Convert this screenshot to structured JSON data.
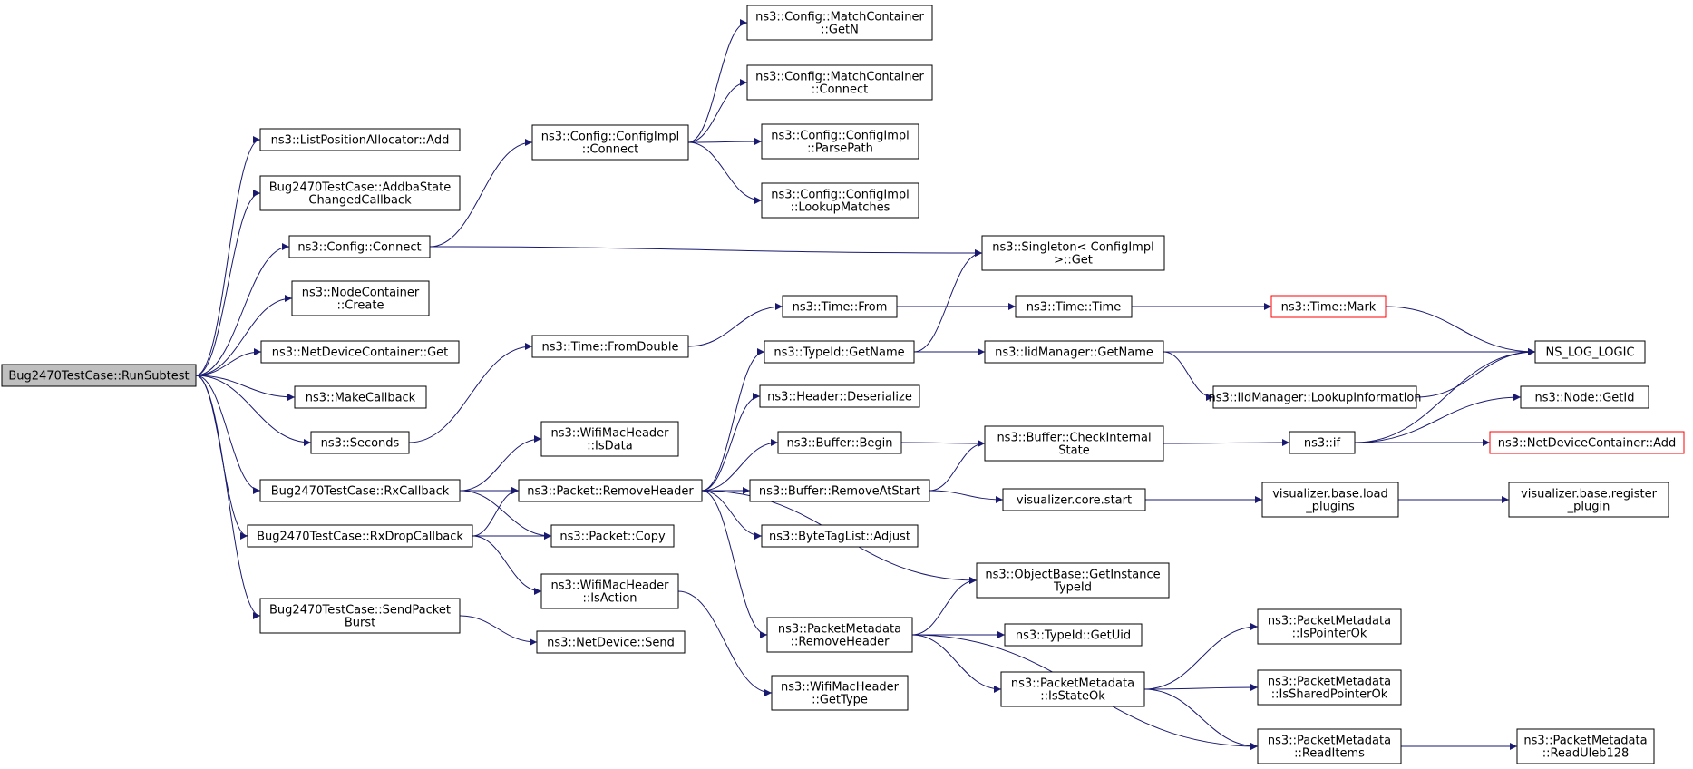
{
  "diagram": {
    "colors": {
      "edge": "#191970",
      "node_border": "#000000",
      "root_fill": "#bfbfbf",
      "truncated_border": "#ff0000",
      "background": "#ffffff"
    },
    "nodes": [
      {
        "id": "root",
        "lines": [
          "Bug2470TestCase::RunSubtest"
        ],
        "root": true
      },
      {
        "id": "listpos",
        "lines": [
          "ns3::ListPositionAllocator::Add"
        ]
      },
      {
        "id": "addba",
        "lines": [
          "Bug2470TestCase::AddbaState",
          "ChangedCallback"
        ]
      },
      {
        "id": "cfgconnect",
        "lines": [
          "ns3::Config::Connect"
        ]
      },
      {
        "id": "nodecreate",
        "lines": [
          "ns3::NodeContainer",
          "::Create"
        ]
      },
      {
        "id": "ndcget",
        "lines": [
          "ns3::NetDeviceContainer::Get"
        ]
      },
      {
        "id": "makecb",
        "lines": [
          "ns3::MakeCallback"
        ]
      },
      {
        "id": "seconds",
        "lines": [
          "ns3::Seconds"
        ]
      },
      {
        "id": "rxcb",
        "lines": [
          "Bug2470TestCase::RxCallback"
        ]
      },
      {
        "id": "rxdrop",
        "lines": [
          "Bug2470TestCase::RxDropCallback"
        ]
      },
      {
        "id": "sendburst",
        "lines": [
          "Bug2470TestCase::SendPacket",
          "Burst"
        ]
      },
      {
        "id": "cfgimplconnect",
        "lines": [
          "ns3::Config::ConfigImpl",
          "::Connect"
        ]
      },
      {
        "id": "timefromdouble",
        "lines": [
          "ns3::Time::FromDouble"
        ]
      },
      {
        "id": "isdata",
        "lines": [
          "ns3::WifiMacHeader",
          "::IsData"
        ]
      },
      {
        "id": "removeheader",
        "lines": [
          "ns3::Packet::RemoveHeader"
        ]
      },
      {
        "id": "copy",
        "lines": [
          "ns3::Packet::Copy"
        ]
      },
      {
        "id": "isaction",
        "lines": [
          "ns3::WifiMacHeader",
          "::IsAction"
        ]
      },
      {
        "id": "ndsend",
        "lines": [
          "ns3::NetDevice::Send"
        ]
      },
      {
        "id": "mcgetn",
        "lines": [
          "ns3::Config::MatchContainer",
          "::GetN"
        ]
      },
      {
        "id": "mcconnect",
        "lines": [
          "ns3::Config::MatchContainer",
          "::Connect"
        ]
      },
      {
        "id": "parsepath",
        "lines": [
          "ns3::Config::ConfigImpl",
          "::ParsePath"
        ]
      },
      {
        "id": "lookupmatches",
        "lines": [
          "ns3::Config::ConfigImpl",
          "::LookupMatches"
        ]
      },
      {
        "id": "timefrom",
        "lines": [
          "ns3::Time::From"
        ]
      },
      {
        "id": "typeidgetname",
        "lines": [
          "ns3::TypeId::GetName"
        ]
      },
      {
        "id": "hdrdeser",
        "lines": [
          "ns3::Header::Deserialize"
        ]
      },
      {
        "id": "bufbegin",
        "lines": [
          "ns3::Buffer::Begin"
        ]
      },
      {
        "id": "bufremoveatstart",
        "lines": [
          "ns3::Buffer::RemoveAtStart"
        ]
      },
      {
        "id": "btladjust",
        "lines": [
          "ns3::ByteTagList::Adjust"
        ]
      },
      {
        "id": "pmremoveheader",
        "lines": [
          "ns3::PacketMetadata",
          "::RemoveHeader"
        ]
      },
      {
        "id": "gettype",
        "lines": [
          "ns3::WifiMacHeader",
          "::GetType"
        ]
      },
      {
        "id": "singletonget",
        "lines": [
          "ns3::Singleton< ConfigImpl",
          ">::Get"
        ]
      },
      {
        "id": "timetime",
        "lines": [
          "ns3::Time::Time"
        ]
      },
      {
        "id": "iidgetname",
        "lines": [
          "ns3::IidManager::GetName"
        ]
      },
      {
        "id": "checkinternal",
        "lines": [
          "ns3::Buffer::CheckInternal",
          "State"
        ]
      },
      {
        "id": "vizcorestart",
        "lines": [
          "visualizer.core.start"
        ]
      },
      {
        "id": "getinstancetypeid",
        "lines": [
          "ns3::ObjectBase::GetInstance",
          "TypeId"
        ]
      },
      {
        "id": "typeidgetuid",
        "lines": [
          "ns3::TypeId::GetUid"
        ]
      },
      {
        "id": "pmisstateok",
        "lines": [
          "ns3::PacketMetadata",
          "::IsStateOk"
        ]
      },
      {
        "id": "timemark",
        "lines": [
          "ns3::Time::Mark"
        ],
        "truncated": true
      },
      {
        "id": "lookupinfo",
        "lines": [
          "ns3::IidManager::LookupInformation"
        ]
      },
      {
        "id": "nsif",
        "lines": [
          "ns3::if"
        ]
      },
      {
        "id": "loadplugins",
        "lines": [
          "visualizer.base.load",
          "_plugins"
        ]
      },
      {
        "id": "pmispointerok",
        "lines": [
          "ns3::PacketMetadata",
          "::IsPointerOk"
        ]
      },
      {
        "id": "pmissharedpointerok",
        "lines": [
          "ns3::PacketMetadata",
          "::IsSharedPointerOk"
        ]
      },
      {
        "id": "pmreaditems",
        "lines": [
          "ns3::PacketMetadata",
          "::ReadItems"
        ]
      },
      {
        "id": "nslog",
        "lines": [
          "NS_LOG_LOGIC"
        ]
      },
      {
        "id": "nodegetid",
        "lines": [
          "ns3::Node::GetId"
        ]
      },
      {
        "id": "ndcadd",
        "lines": [
          "ns3::NetDeviceContainer::Add"
        ],
        "truncated": true
      },
      {
        "id": "registerplugin",
        "lines": [
          "visualizer.base.register",
          "_plugin"
        ]
      },
      {
        "id": "readuleb",
        "lines": [
          "ns3::PacketMetadata",
          "::ReadUleb128"
        ]
      }
    ],
    "edges": [
      [
        "root",
        "listpos"
      ],
      [
        "root",
        "addba"
      ],
      [
        "root",
        "cfgconnect"
      ],
      [
        "root",
        "nodecreate"
      ],
      [
        "root",
        "ndcget"
      ],
      [
        "root",
        "makecb"
      ],
      [
        "root",
        "seconds"
      ],
      [
        "root",
        "rxcb"
      ],
      [
        "root",
        "rxdrop"
      ],
      [
        "root",
        "sendburst"
      ],
      [
        "cfgconnect",
        "cfgimplconnect"
      ],
      [
        "cfgconnect",
        "singletonget"
      ],
      [
        "seconds",
        "timefromdouble"
      ],
      [
        "rxcb",
        "isdata"
      ],
      [
        "rxcb",
        "removeheader"
      ],
      [
        "rxcb",
        "copy"
      ],
      [
        "rxdrop",
        "removeheader"
      ],
      [
        "rxdrop",
        "copy"
      ],
      [
        "rxdrop",
        "isaction"
      ],
      [
        "sendburst",
        "ndsend"
      ],
      [
        "cfgimplconnect",
        "mcgetn"
      ],
      [
        "cfgimplconnect",
        "mcconnect"
      ],
      [
        "cfgimplconnect",
        "parsepath"
      ],
      [
        "cfgimplconnect",
        "lookupmatches"
      ],
      [
        "timefromdouble",
        "timefrom"
      ],
      [
        "isaction",
        "gettype"
      ],
      [
        "removeheader",
        "typeidgetname"
      ],
      [
        "removeheader",
        "hdrdeser"
      ],
      [
        "removeheader",
        "bufbegin"
      ],
      [
        "removeheader",
        "bufremoveatstart"
      ],
      [
        "removeheader",
        "btladjust"
      ],
      [
        "removeheader",
        "getinstancetypeid"
      ],
      [
        "removeheader",
        "pmremoveheader"
      ],
      [
        "timefrom",
        "timetime"
      ],
      [
        "typeidgetname",
        "singletonget"
      ],
      [
        "typeidgetname",
        "iidgetname"
      ],
      [
        "bufbegin",
        "checkinternal"
      ],
      [
        "bufremoveatstart",
        "checkinternal"
      ],
      [
        "bufremoveatstart",
        "vizcorestart"
      ],
      [
        "pmremoveheader",
        "getinstancetypeid"
      ],
      [
        "pmremoveheader",
        "typeidgetuid"
      ],
      [
        "pmremoveheader",
        "pmisstateok"
      ],
      [
        "pmremoveheader",
        "pmreaditems"
      ],
      [
        "timetime",
        "timemark"
      ],
      [
        "timemark",
        "nslog"
      ],
      [
        "iidgetname",
        "nslog"
      ],
      [
        "iidgetname",
        "lookupinfo"
      ],
      [
        "lookupinfo",
        "nslog"
      ],
      [
        "checkinternal",
        "nsif"
      ],
      [
        "nsif",
        "nslog"
      ],
      [
        "nsif",
        "nodegetid"
      ],
      [
        "nsif",
        "ndcadd"
      ],
      [
        "vizcorestart",
        "loadplugins"
      ],
      [
        "loadplugins",
        "registerplugin"
      ],
      [
        "pmisstateok",
        "pmispointerok"
      ],
      [
        "pmisstateok",
        "pmissharedpointerok"
      ],
      [
        "pmisstateok",
        "pmreaditems"
      ],
      [
        "pmreaditems",
        "readuleb"
      ]
    ]
  }
}
